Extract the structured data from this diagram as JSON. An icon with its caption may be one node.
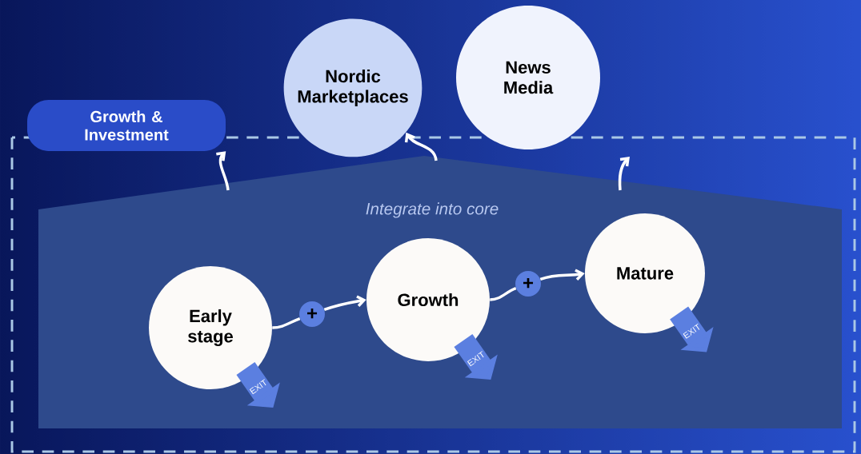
{
  "diagram": {
    "nodes": [
      {
        "text": [
          "Growth & Investment"
        ]
      },
      {
        "text": [
          "Nordic Marketplaces"
        ]
      },
      {
        "text": [
          "News Media"
        ]
      },
      {
        "text": [
          "Integrate into core"
        ]
      },
      {
        "text": [
          "Early stage"
        ],
        "in": 3
      },
      {
        "text": [
          "+"
        ],
        "in": 3
      },
      {
        "text": [
          "Growth"
        ],
        "in": 3
      },
      {
        "text": [
          "+"
        ],
        "in": 3
      },
      {
        "text": [
          "Mature"
        ],
        "in": 3
      }
    ],
    "edges": [
      {
        "from": 4,
        "to": 5,
        "arrow": "none"
      },
      {
        "from": 5,
        "to": 6,
        "arrow": "to"
      },
      {
        "from": 6,
        "to": 7,
        "arrow": "none"
      },
      {
        "from": 7,
        "to": 8,
        "arrow": "to"
      },
      {
        "from": 3,
        "to": 0,
        "arrow": "to"
      },
      {
        "from": 3,
        "to": 1,
        "arrow": "to"
      },
      {
        "from": 3,
        "to": null,
        "arrow": "to"
      },
      {
        "from": 4,
        "to": null,
        "arrow": "to",
        "label": "EXIT",
        "style": "thick",
        "color": "#5b7fe0"
      },
      {
        "from": 6,
        "to": null,
        "arrow": "to",
        "label": "EXIT",
        "style": "thick",
        "color": "#5b7fe0"
      },
      {
        "from": 8,
        "to": null,
        "arrow": "to",
        "label": "EXIT",
        "style": "thick",
        "color": "#5b7fe0"
      }
    ]
  }
}
